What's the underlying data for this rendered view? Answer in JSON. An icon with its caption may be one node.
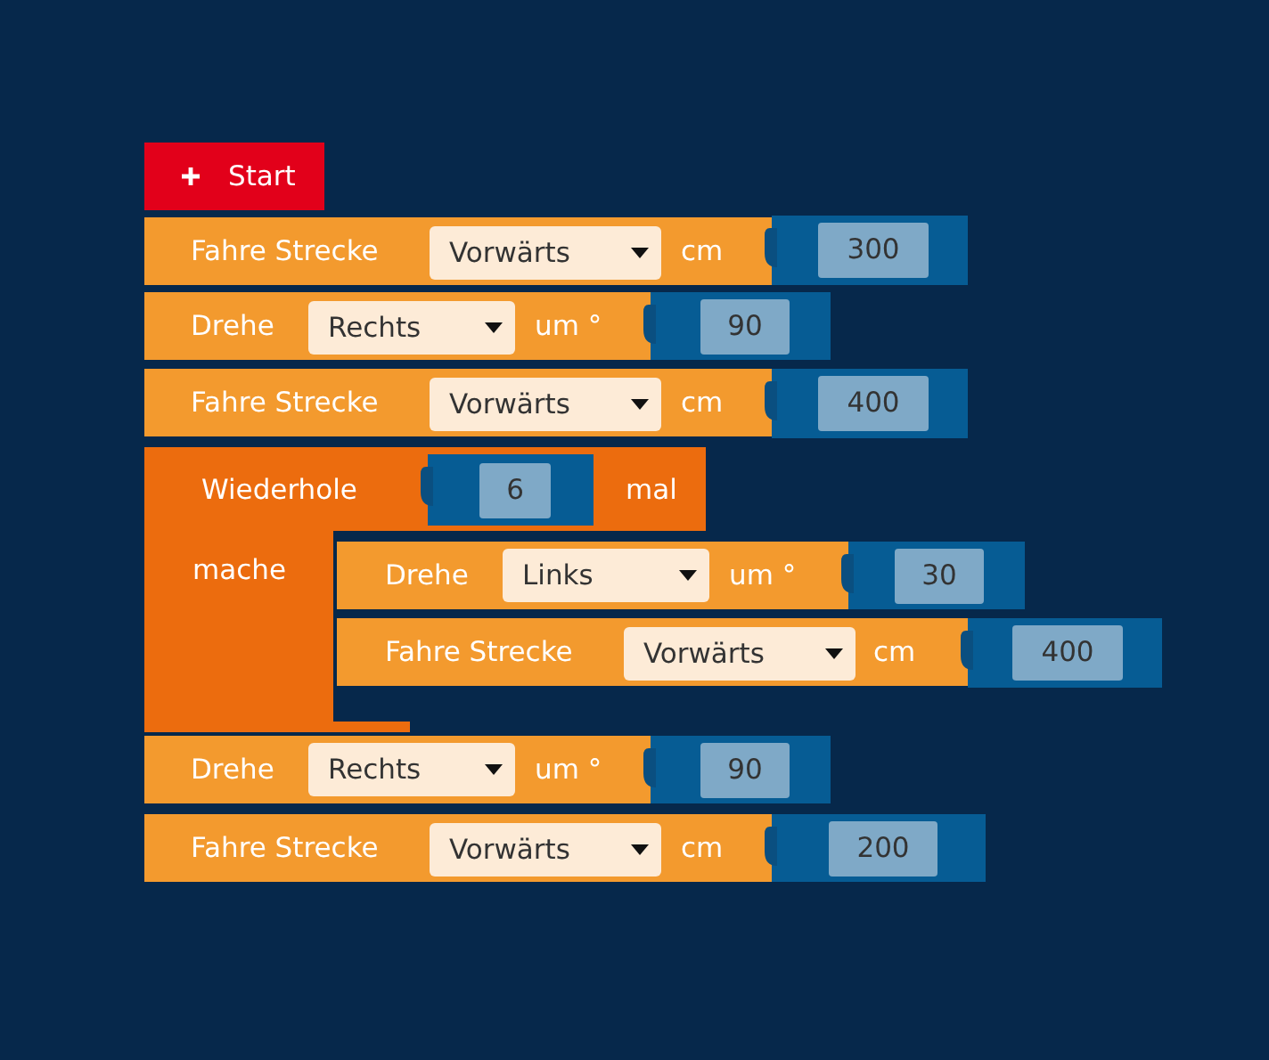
{
  "diagram": {
    "nodes": [
      {
        "text": [
          "Start"
        ]
      },
      {
        "text": [
          "Fahre Strecke",
          "cm"
        ]
      },
      {
        "text": [
          "Vorwärts"
        ],
        "in": 1
      },
      {
        "text": [
          "300"
        ]
      },
      {
        "text": [
          "Drehe",
          "um °"
        ]
      },
      {
        "text": [
          "Rechts"
        ],
        "in": 4
      },
      {
        "text": [
          "90"
        ]
      },
      {
        "text": [
          "Fahre Strecke",
          "cm"
        ]
      },
      {
        "text": [
          "Vorwärts"
        ],
        "in": 7
      },
      {
        "text": [
          "400"
        ]
      },
      {
        "text": [
          "Wiederhole",
          "mal",
          "mache"
        ]
      },
      {
        "text": [
          "6"
        ],
        "in": 10
      },
      {
        "text": [
          "Drehe",
          "um °"
        ]
      },
      {
        "text": [
          "Links"
        ],
        "in": 12
      },
      {
        "text": [
          "30"
        ]
      },
      {
        "text": [
          "Fahre Strecke",
          "cm"
        ]
      },
      {
        "text": [
          "Vorwärts"
        ],
        "in": 15
      },
      {
        "text": [
          "400"
        ]
      },
      {
        "text": [
          "Drehe",
          "um °"
        ]
      },
      {
        "text": [
          "Rechts"
        ],
        "in": 18
      },
      {
        "text": [
          "90"
        ]
      },
      {
        "text": [
          "Fahre Strecke",
          "cm"
        ]
      },
      {
        "text": [
          "Vorwärts"
        ],
        "in": 21
      },
      {
        "text": [
          "200"
        ]
      }
    ]
  }
}
